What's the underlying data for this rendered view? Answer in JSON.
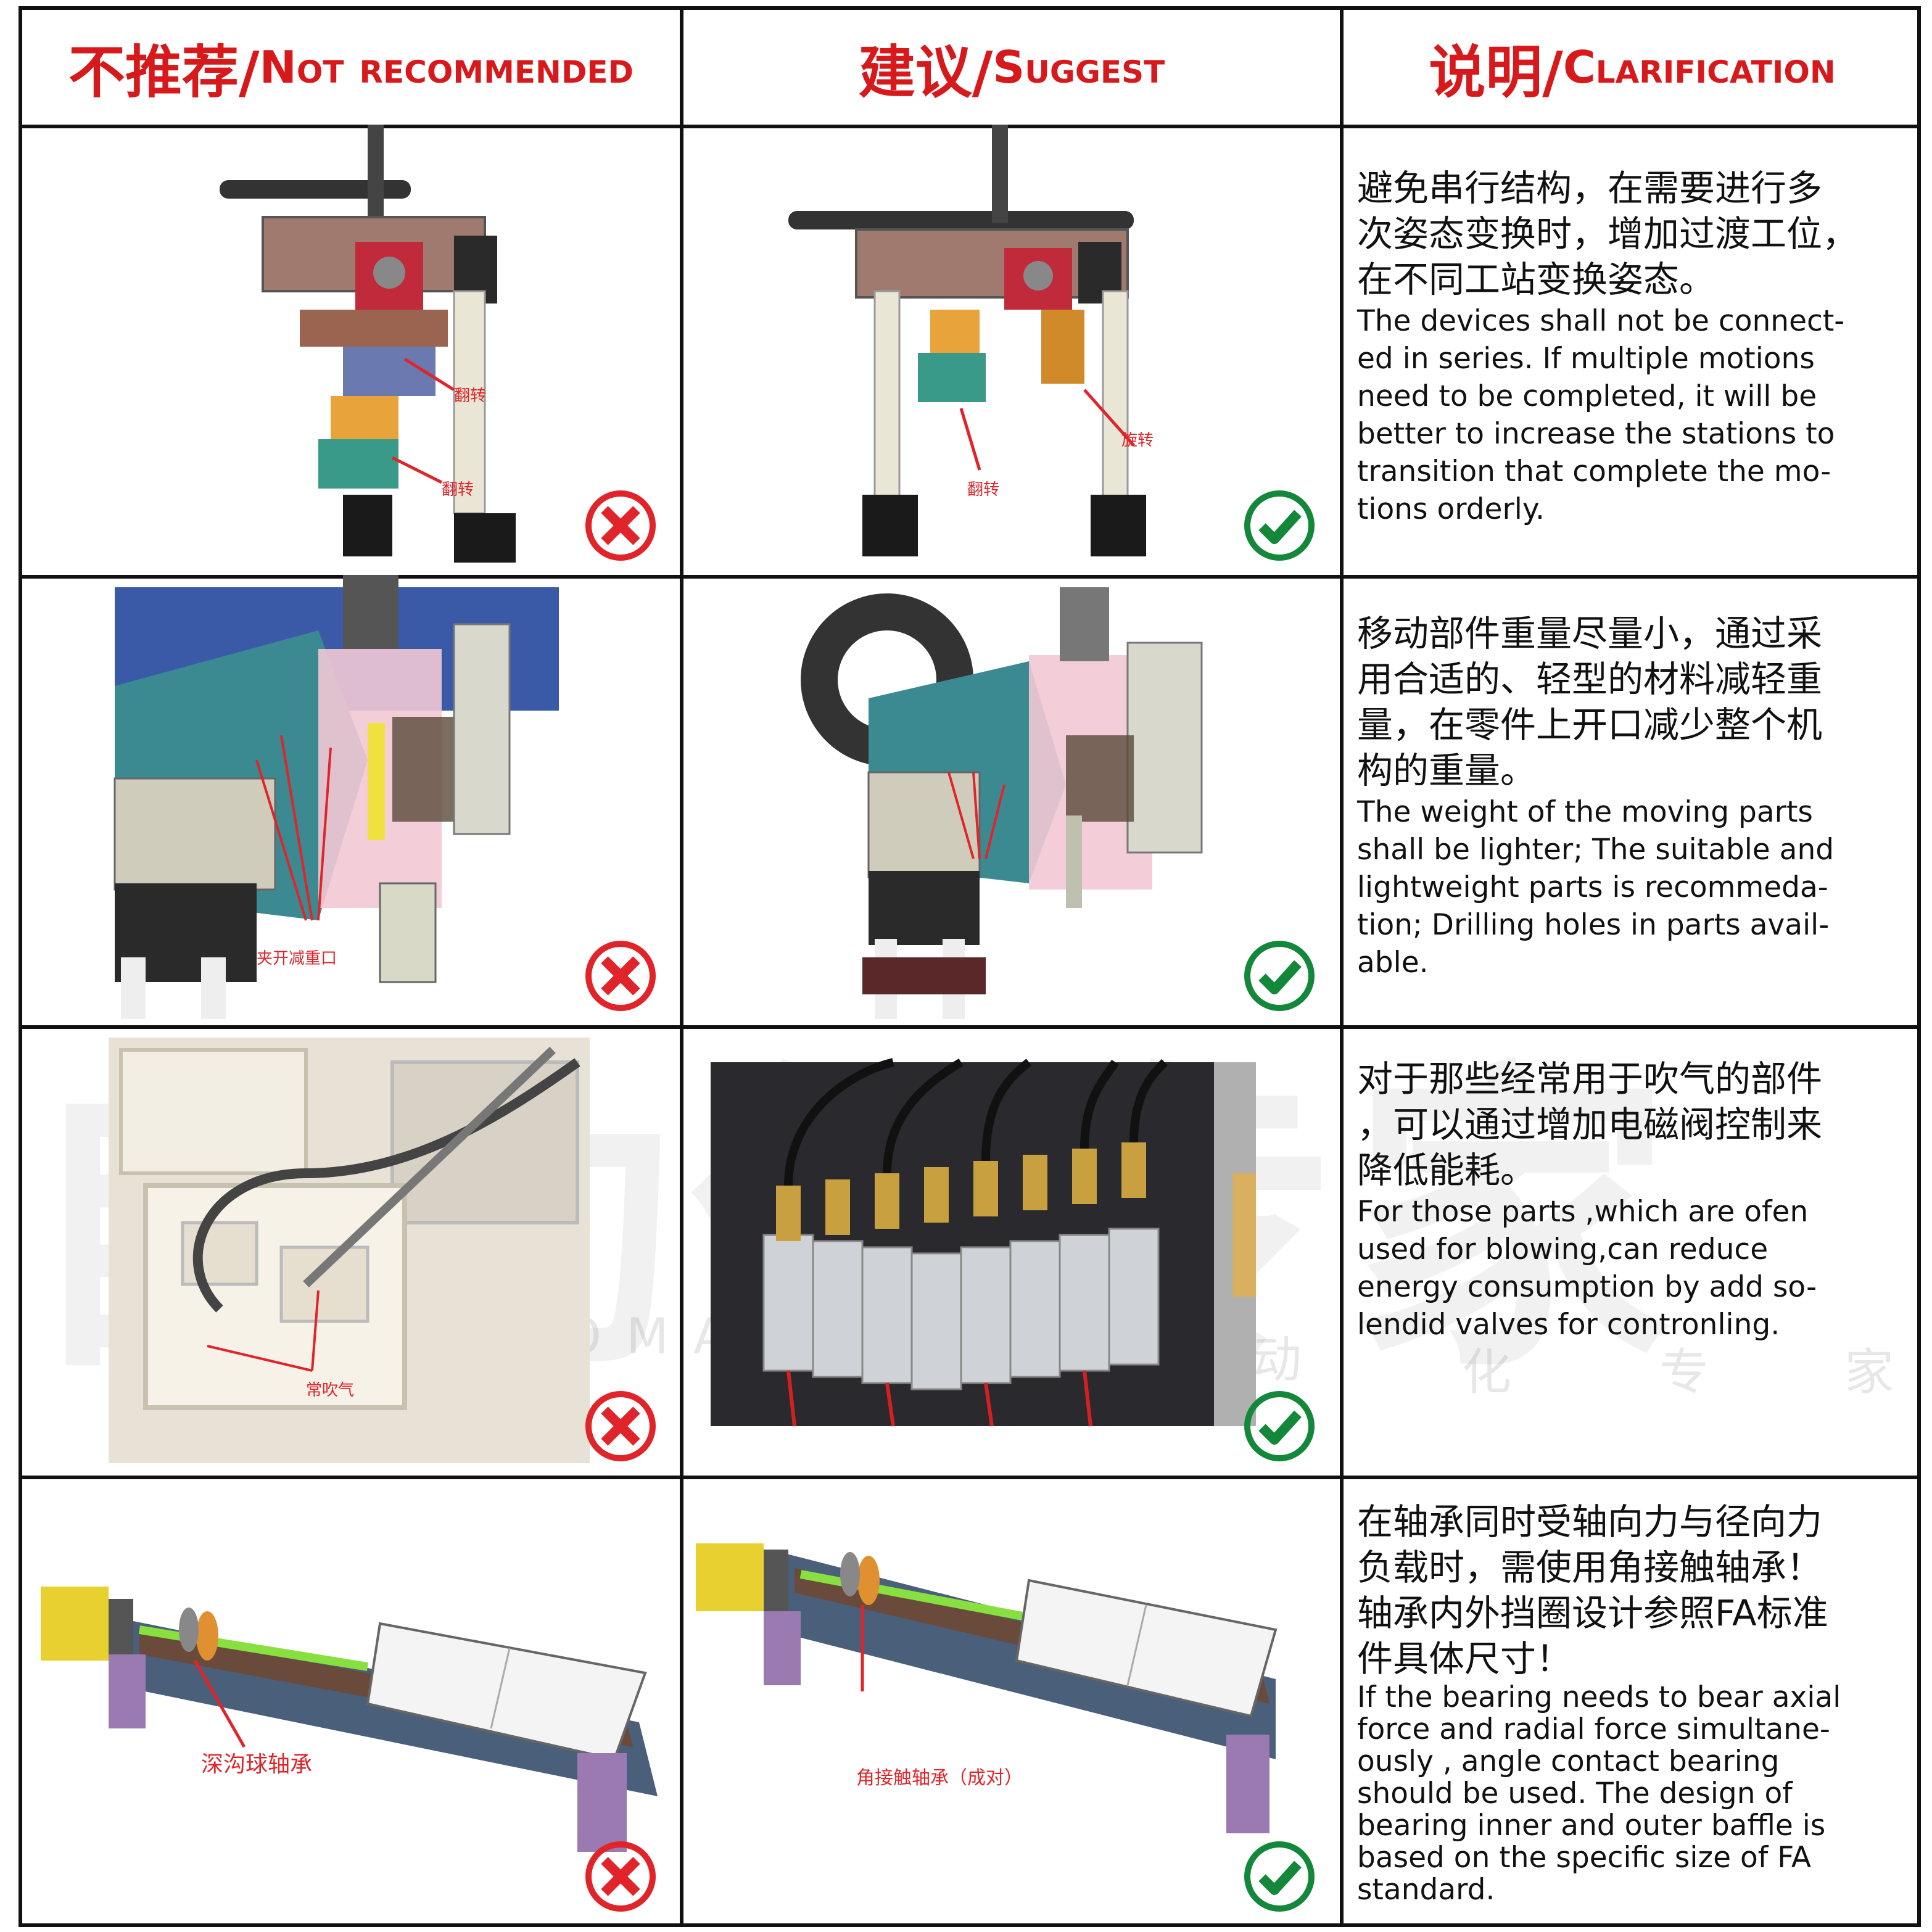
{
  "header": {
    "col1_zh": "不推荐/",
    "col1_en": "Not recommended",
    "col2_zh": "建议/",
    "col2_en": "Suggest",
    "col3_zh": "说明/",
    "col3_en": "Clarification"
  },
  "rows": [
    {
      "bad_labels": [
        "翻转",
        "翻转"
      ],
      "good_labels": [
        "旋转",
        "翻转"
      ],
      "zh": [
        "避免串行结构，在需要进行多",
        "次姿态变换时，增加过渡工位，",
        "在不同工站变换姿态。"
      ],
      "en": [
        "The devices shall not be connect-",
        "ed in series. If multiple motions",
        "need to be completed, it will be",
        "better to increase the stations to",
        "transition that complete the mo-",
        "tions orderly."
      ]
    },
    {
      "bad_labels": [
        "夹开减重口"
      ],
      "good_labels": [],
      "zh": [
        "移动部件重量尽量小，通过采",
        "用合适的、轻型的材料减轻重",
        "量，在零件上开口减少整个机",
        "构的重量。"
      ],
      "en": [
        "The weight of the moving parts",
        "shall be lighter; The suitable and",
        "lightweight parts is recommeda-",
        "tion; Drilling holes in parts avail-",
        "able."
      ]
    },
    {
      "bad_labels": [
        "常吹气"
      ],
      "good_labels": [],
      "zh": [
        "对于那些经常用于吹气的部件",
        "，可以通过增加电磁阀控制来",
        "降低能耗。"
      ],
      "en": [
        "For those parts ,which are ofen",
        "used for blowing,can reduce",
        "energy consumption by add so-",
        "lendid valves for contronling."
      ]
    },
    {
      "bad_labels": [
        "深沟球轴承"
      ],
      "good_labels": [
        "角接触轴承（成对）"
      ],
      "zh": [
        "在轴承同时受轴向力与径向力",
        "负载时，需使用角接触轴承！",
        "轴承内外挡圈设计参照FA标准",
        "件具体尺寸！"
      ],
      "en": [
        "If the bearing needs to bear axial",
        "force and radial force simultane-",
        "ously , angle contact bearing",
        "should be used. The design of",
        "bearing inner and outer baffle is",
        "based on the specific size of FA",
        "standard."
      ]
    }
  ],
  "watermark": {
    "big": "自动化专家",
    "small": "AUTOMATION",
    "small_zh": [
      "动",
      "化",
      "专",
      "家"
    ]
  },
  "colors": {
    "header_red": "#d7191c",
    "bad_red": "#e1232a",
    "good_green": "#13873a",
    "arrow_red": "#e0242a"
  },
  "icons": {
    "bad": "x-circle-icon",
    "good": "check-circle-icon"
  }
}
